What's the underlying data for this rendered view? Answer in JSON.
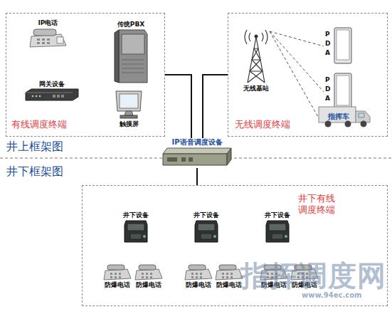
{
  "diagram": {
    "nodes": [
      {
        "text": [
          "有线调度终端"
        ]
      },
      {
        "text": [
          "IP电话"
        ],
        "in": 0
      },
      {
        "text": [
          "传统PBX"
        ],
        "in": 0
      },
      {
        "text": [
          "网关设备"
        ],
        "in": 0
      },
      {
        "text": [
          "触摸屏"
        ],
        "in": 0
      },
      {
        "text": [
          "无线调度终端"
        ]
      },
      {
        "text": [
          "无线基站"
        ],
        "in": 5
      },
      {
        "text": [
          "PDA"
        ],
        "in": 5
      },
      {
        "text": [
          "PDA"
        ],
        "in": 5
      },
      {
        "text": [
          "指挥车"
        ],
        "in": 5
      },
      {
        "text": [
          "IP语音调度设备"
        ]
      },
      {
        "text": [
          "井下有线调度终端"
        ]
      },
      {
        "text": [
          "井下设备"
        ],
        "in": 11
      },
      {
        "text": [
          "井下设备"
        ],
        "in": 11
      },
      {
        "text": [
          "井下设备"
        ],
        "in": 11
      },
      {
        "text": [
          "防爆电话"
        ],
        "in": 11
      },
      {
        "text": [
          "防爆电话"
        ],
        "in": 11
      },
      {
        "text": [
          "防爆电话"
        ],
        "in": 11
      },
      {
        "text": [
          "防爆电话"
        ],
        "in": 11
      },
      {
        "text": [
          "防爆电话"
        ],
        "in": 11
      },
      {
        "text": [
          "防爆电话"
        ],
        "in": 11
      }
    ],
    "edges": [
      {
        "from": 0,
        "to": 10,
        "arrow": "none"
      },
      {
        "from": 5,
        "to": 10,
        "arrow": "none"
      },
      {
        "from": 10,
        "to": 11,
        "arrow": "none"
      },
      {
        "from": 6,
        "to": 7,
        "arrow": "none"
      },
      {
        "from": 6,
        "to": 8,
        "arrow": "none"
      },
      {
        "from": 6,
        "to": 9,
        "arrow": "none"
      }
    ],
    "labels": [
      "井上框架图",
      "井下框架图",
      "指挥调度网",
      "www.94ec.com"
    ]
  }
}
